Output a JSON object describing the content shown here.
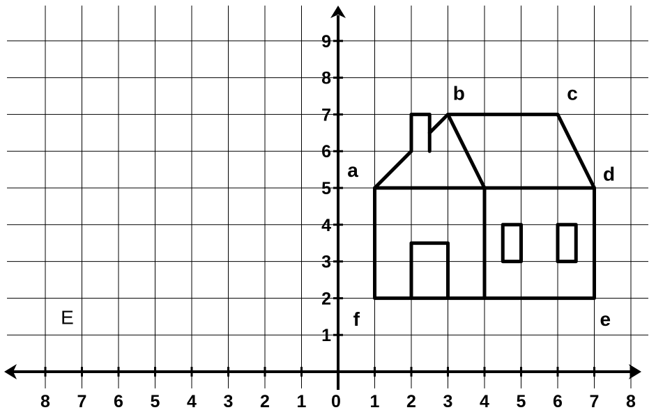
{
  "diagram": {
    "x_range": [
      -8,
      8
    ],
    "y_range": [
      0,
      9
    ],
    "negative_x_labels": [
      "8",
      "7",
      "6",
      "5",
      "4",
      "3",
      "2",
      "1"
    ],
    "origin_label": "0",
    "positive_x_labels": [
      "1",
      "2",
      "3",
      "4",
      "5",
      "6",
      "7",
      "8"
    ],
    "y_labels": [
      "1",
      "2",
      "3",
      "4",
      "5",
      "6",
      "7",
      "8",
      "9"
    ],
    "point_labels": [
      {
        "text": "a",
        "x": 0.4,
        "y": 5.3
      },
      {
        "text": "b",
        "x": 3.3,
        "y": 7.4
      },
      {
        "text": "c",
        "x": 6.4,
        "y": 7.4
      },
      {
        "text": "d",
        "x": 7.4,
        "y": 5.2
      },
      {
        "text": "e",
        "x": 7.3,
        "y": 1.25
      },
      {
        "text": "f",
        "x": 0.5,
        "y": 1.25
      }
    ],
    "region_label": {
      "text": "E",
      "x": -7.4,
      "y": 1.3
    },
    "house_paths": [
      [
        [
          1,
          5
        ],
        [
          1,
          2
        ],
        [
          7,
          2
        ],
        [
          7,
          5
        ],
        [
          1,
          5
        ]
      ],
      [
        [
          4,
          5
        ],
        [
          4,
          2
        ]
      ],
      [
        [
          1,
          5
        ],
        [
          2,
          6
        ],
        [
          2,
          7
        ],
        [
          2.5,
          7
        ],
        [
          2.5,
          6.5
        ],
        [
          3,
          7
        ],
        [
          6,
          7
        ],
        [
          7,
          5
        ]
      ],
      [
        [
          3,
          7
        ],
        [
          4,
          5
        ]
      ],
      [
        [
          2.5,
          6.5
        ],
        [
          2.5,
          6
        ]
      ],
      [
        [
          2,
          2
        ],
        [
          2,
          3.5
        ],
        [
          3,
          3.5
        ],
        [
          3,
          2
        ]
      ],
      [
        [
          4.5,
          3
        ],
        [
          4.5,
          4
        ],
        [
          5,
          4
        ],
        [
          5,
          3
        ],
        [
          4.5,
          3
        ]
      ],
      [
        [
          6,
          3
        ],
        [
          6,
          4
        ],
        [
          6.5,
          4
        ],
        [
          6.5,
          3
        ],
        [
          6,
          3
        ]
      ]
    ]
  }
}
